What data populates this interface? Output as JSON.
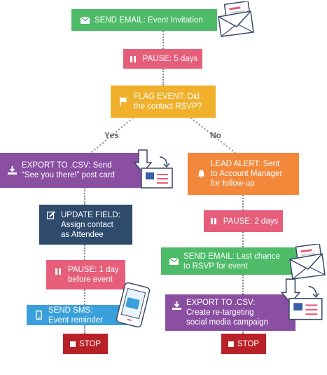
{
  "nodes": {
    "send_email_invite": {
      "label": "SEND EMAIL: Event Invitation",
      "icon": "envelope-icon"
    },
    "pause_5_days": {
      "label": "PAUSE: 5 days",
      "icon": "pause-icon"
    },
    "flag_event": {
      "label": "FLAG EVENT: Did\nthe contact RSVP?",
      "icon": "flag-icon"
    },
    "export_csv_postcard": {
      "label": "EXPORT TO .CSV: Send\n“See you there!” post card",
      "icon": "download-icon"
    },
    "lead_alert": {
      "label": "LEAD ALERT: Sent\nto Account Manager\nfor follow-up",
      "icon": "bell-icon"
    },
    "update_field": {
      "label": "UPDATE FIELD:\nAssign contact\nas Attendee",
      "icon": "edit-icon"
    },
    "pause_2_days": {
      "label": "PAUSE: 2 days",
      "icon": "pause-icon"
    },
    "send_email_last_chance": {
      "label": "SEND EMAIL: Last chance\nto RSVP for event",
      "icon": "envelope-icon"
    },
    "pause_1_day": {
      "label": "PAUSE: 1 day\nbefore event",
      "icon": "pause-icon"
    },
    "export_csv_retargeting": {
      "label": "EXPORT TO .CSV:\nCreate re-targeting\nsocial media campaign",
      "icon": "download-icon"
    },
    "send_sms": {
      "label": "SEND SMS:\nEvent reminder",
      "icon": "phone-icon"
    },
    "stop_left": {
      "label": "STOP",
      "icon": "stop-icon"
    },
    "stop_right": {
      "label": "STOP",
      "icon": "stop-icon"
    }
  },
  "branches": {
    "yes": "Yes",
    "no": "No"
  },
  "colors": {
    "send_email": "#4dbb68",
    "pause": "#e65e7a",
    "flag_event": "#f0b02b",
    "export": "#8b4fa2",
    "lead_alert": "#f3873a",
    "update_field": "#2e4b6d",
    "send_sms": "#3aa0db",
    "stop": "#b82127",
    "connector": "#8a8a8a"
  }
}
